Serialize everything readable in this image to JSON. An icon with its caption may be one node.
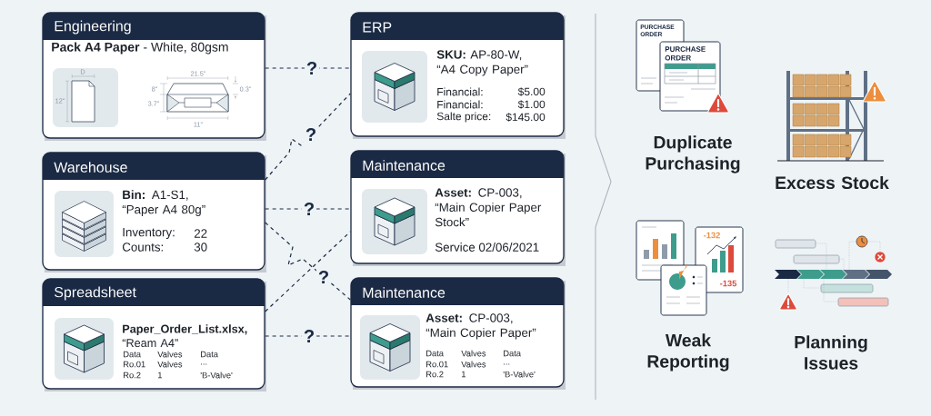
{
  "diagram": {
    "nodes": [
      {
        "text": [
          "Engineering",
          "**Pack A4 Paper** - White, 80gsm"
        ]
      },
      {
        "text": [
          "Warehouse",
          "**Bin:** A1-S1, “Paper A4 80g”",
          "Inventory:",
          "22",
          "Counts:",
          "30"
        ]
      },
      {
        "text": [
          "Spreadsheet",
          "**Paper_Order_List.xlsx,** “Ream A4”",
          "Data",
          "Valves",
          "Data",
          "Ro.01",
          "Valves",
          "...",
          "Ro.2",
          "1",
          "'B-Valve'"
        ]
      },
      {
        "text": [
          "ERP",
          "**SKU:** AP-80-W, “A4 Copy Paper”",
          "Financial:",
          "$5.00",
          "Financial:",
          "$1.00",
          "Salte price:",
          "$145.00"
        ]
      },
      {
        "text": [
          "Maintenance",
          "**Asset:** CP-003, “Main Copier Paper Stock”",
          "Service 02/06/2021"
        ]
      },
      {
        "text": [
          "Maintenance",
          "**Asset:** CP-003, “Main Copier Paper”",
          "Data",
          "Valves",
          "Data",
          "Ro.01",
          "Valves",
          "...",
          "Ro.2",
          "1",
          "'B-Valve'"
        ]
      }
    ],
    "edges": [
      {
        "from": 0,
        "to": 3,
        "arrow": "none",
        "label": "?",
        "style": "dashed"
      },
      {
        "from": 1,
        "to": 3,
        "arrow": "none",
        "label": "?",
        "style": "dashed"
      },
      {
        "from": 1,
        "to": 4,
        "arrow": "none",
        "label": "?",
        "style": "dashed"
      },
      {
        "from": 1,
        "to": 5,
        "arrow": "none",
        "label": "?",
        "style": "dashed"
      },
      {
        "from": 2,
        "to": 4,
        "arrow": "none",
        "style": "dashed"
      },
      {
        "from": 2,
        "to": 5,
        "arrow": "none",
        "label": "?",
        "style": "dashed"
      }
    ],
    "labels": [
      "D",
      "12\"",
      "21.5\"",
      "8\"",
      "0.3\"",
      "3.7\"",
      "11\"",
      "PURCHASE ORDER",
      "PURCHASE ORDER",
      "Duplicate Purchasing",
      "Excess Stock",
      "-132",
      "-135",
      "Weak Reporting",
      "Planning Issues"
    ]
  }
}
